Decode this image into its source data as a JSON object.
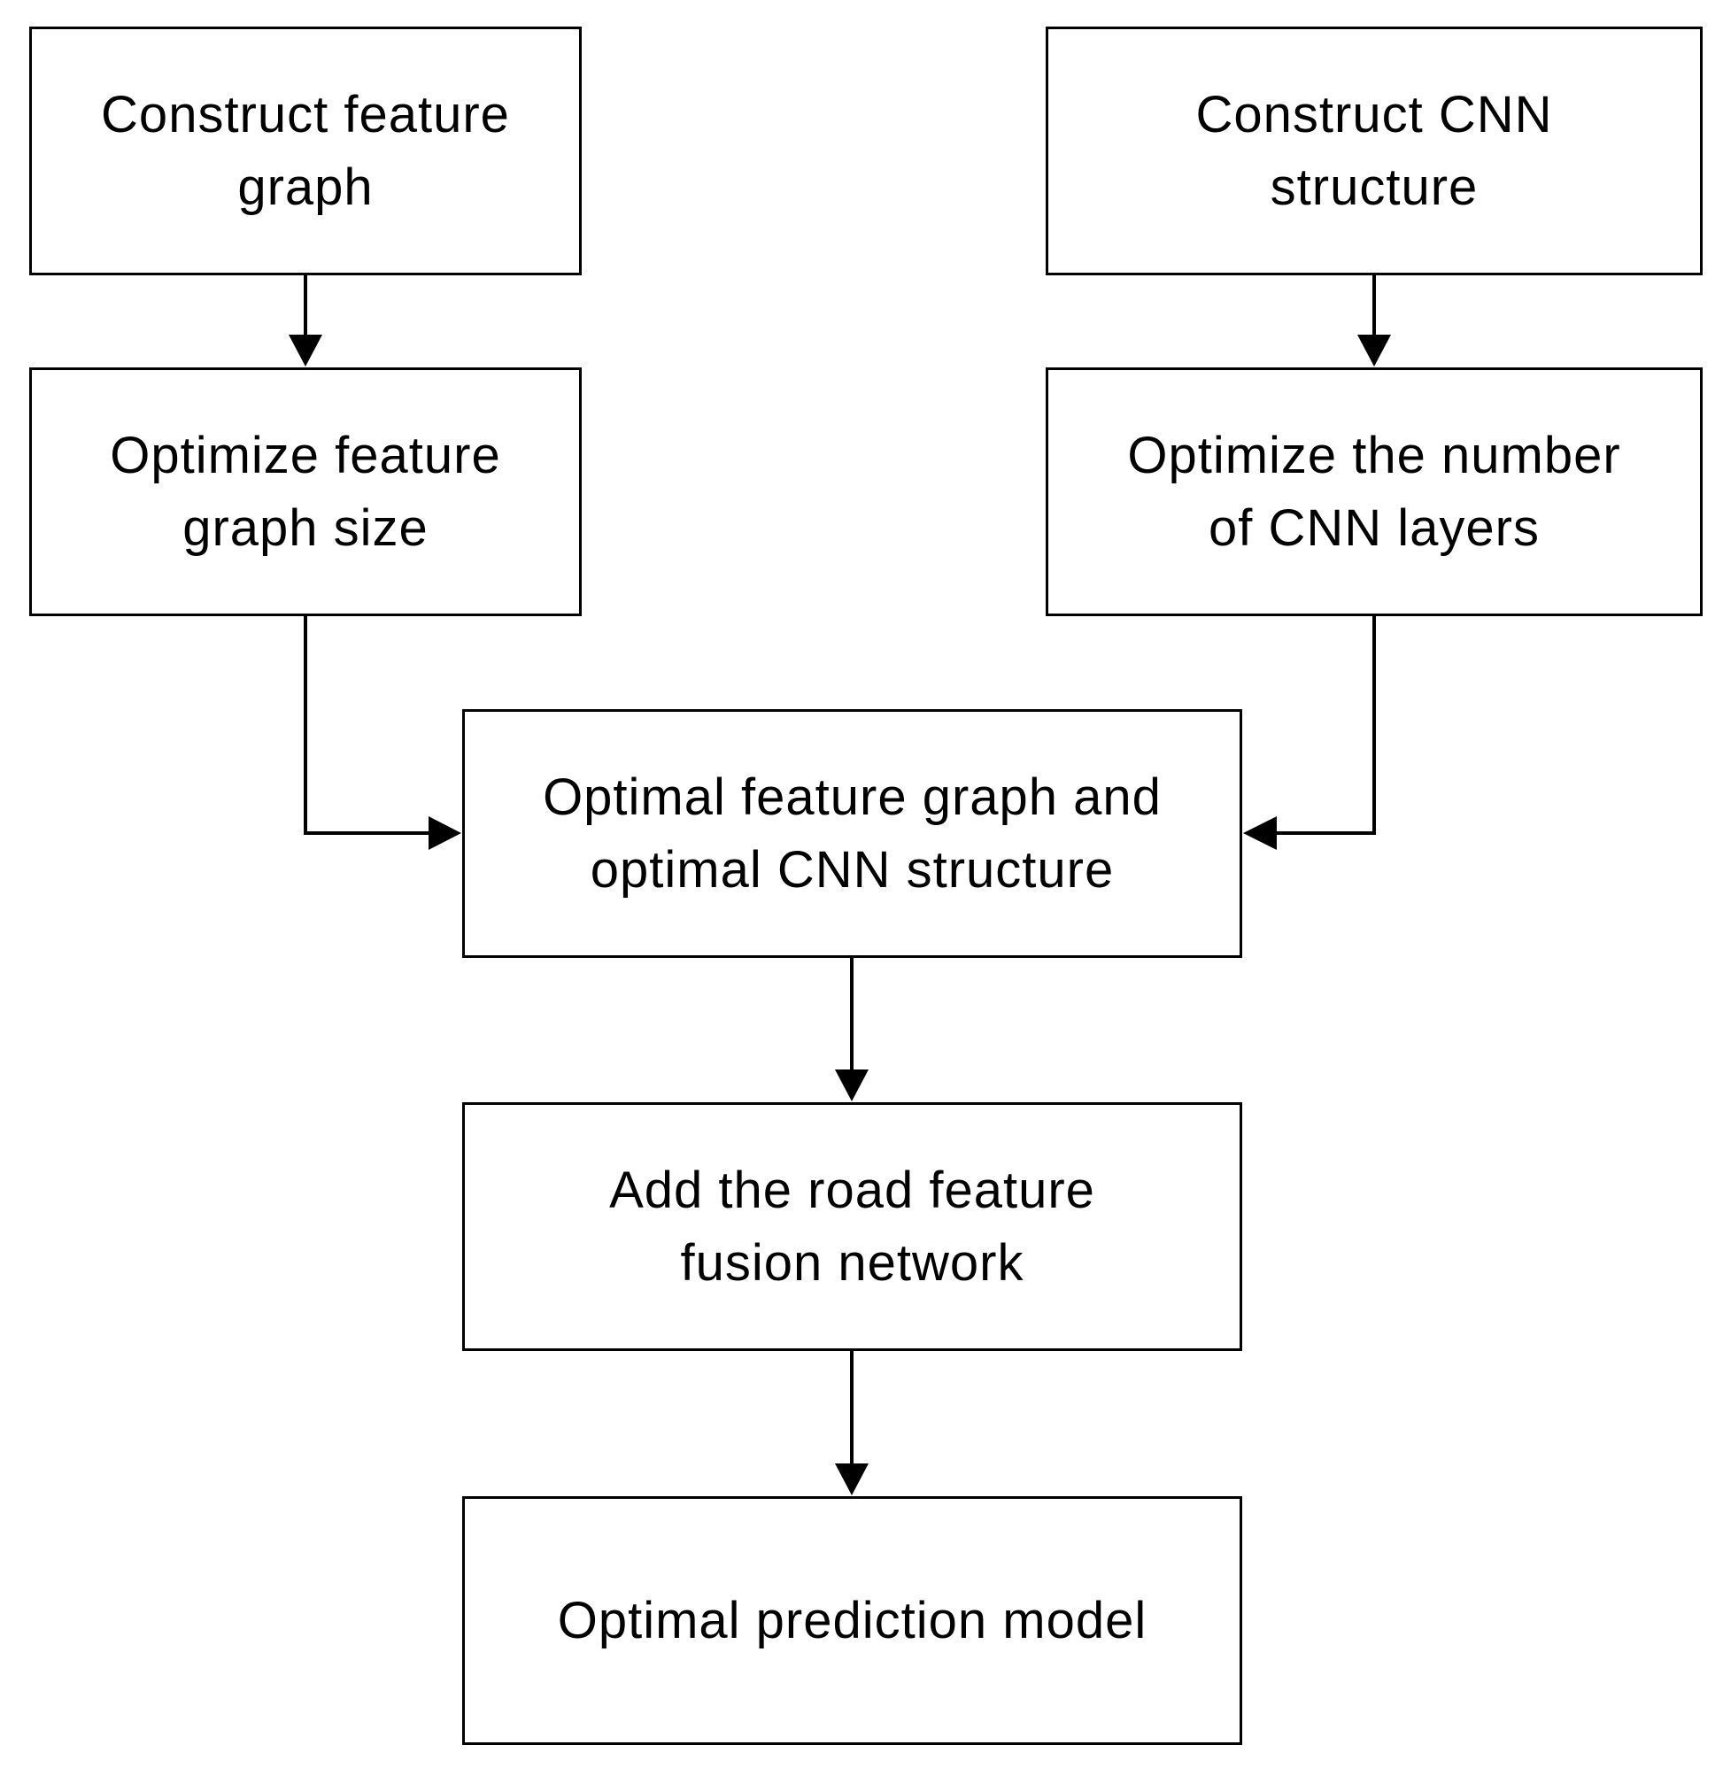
{
  "diagram": {
    "nodes": {
      "construct_feature_graph": "Construct feature\ngraph",
      "construct_cnn_structure": "Construct CNN\nstructure",
      "optimize_feature_graph_size": "Optimize feature\ngraph size",
      "optimize_cnn_layers": "Optimize the number\nof CNN layers",
      "optimal_graph_and_structure": "Optimal feature graph and\noptimal CNN structure",
      "add_road_feature_fusion": "Add the road feature\nfusion network",
      "optimal_prediction_model": "Optimal prediction model"
    },
    "edges": [
      {
        "from": "construct_feature_graph",
        "to": "optimize_feature_graph_size"
      },
      {
        "from": "construct_cnn_structure",
        "to": "optimize_cnn_layers"
      },
      {
        "from": "optimize_feature_graph_size",
        "to": "optimal_graph_and_structure"
      },
      {
        "from": "optimize_cnn_layers",
        "to": "optimal_graph_and_structure"
      },
      {
        "from": "optimal_graph_and_structure",
        "to": "add_road_feature_fusion"
      },
      {
        "from": "add_road_feature_fusion",
        "to": "optimal_prediction_model"
      }
    ],
    "colors": {
      "stroke": "#000000",
      "fill": "#ffffff",
      "text": "#000000"
    }
  }
}
